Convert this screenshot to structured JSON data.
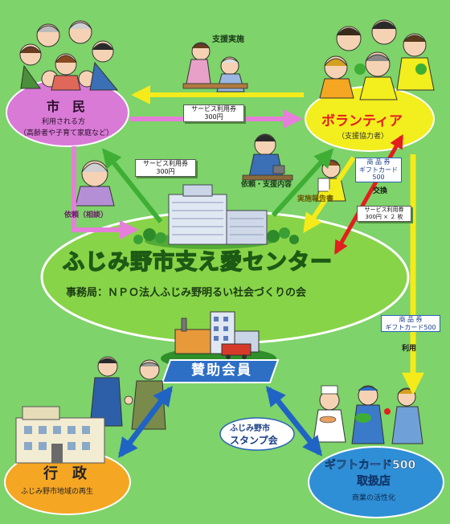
{
  "title": "ふじみ野市支え愛センター",
  "subtitle": "事務局：ＮＰＯ法人ふじみ野明るい社会づくりの会",
  "citizen": {
    "name": "市　民",
    "desc1": "利用される方",
    "desc2": "（高齢者や子育て家庭など）"
  },
  "volunteer": {
    "name": "ボランティア",
    "desc": "（支援協力者）"
  },
  "government": {
    "name": "行　政",
    "desc": "ふじみ野市地域の再生"
  },
  "shop": {
    "name1": "ギフトカード500",
    "name2": "取扱店",
    "desc": "商業の活性化"
  },
  "sponsor": {
    "name": "賛助会員"
  },
  "stamp": {
    "line1": "ふじみ野市",
    "line2": "スタンプ会"
  },
  "labels": {
    "support": "支援実施",
    "request": "依頼（相談）",
    "request_content": "依頼・支援内容",
    "report": "実施報告書",
    "exchange": "交換",
    "use": "利用"
  },
  "tickets": {
    "top_line1": "サービス利用券",
    "top_line2": "300円",
    "left_line1": "サービス利用券",
    "left_line2": "300円",
    "small_line1": "サービス利用券",
    "small_line2": "300円 × ２ 枚",
    "gift_a_line1": "商 品 券",
    "gift_a_line2": "ギフトカード500",
    "gift_b_line1": "商 品 券",
    "gift_b_line2": "ギフトカード500"
  },
  "colors": {
    "background": "#7ed36a",
    "citizen_oval": "#d87ad6",
    "volunteer_oval": "#f3ee1e",
    "center_oval": "#88d449",
    "government_oval": "#f5a623",
    "shop_oval": "#2f8fd6",
    "sponsor_box": "#2d6fc4",
    "arrow_yellow": "#f5ea1a",
    "arrow_green": "#3fae35",
    "arrow_red": "#e21e1e",
    "arrow_blue": "#1f64c4",
    "arrow_pink": "#e57fd9"
  }
}
